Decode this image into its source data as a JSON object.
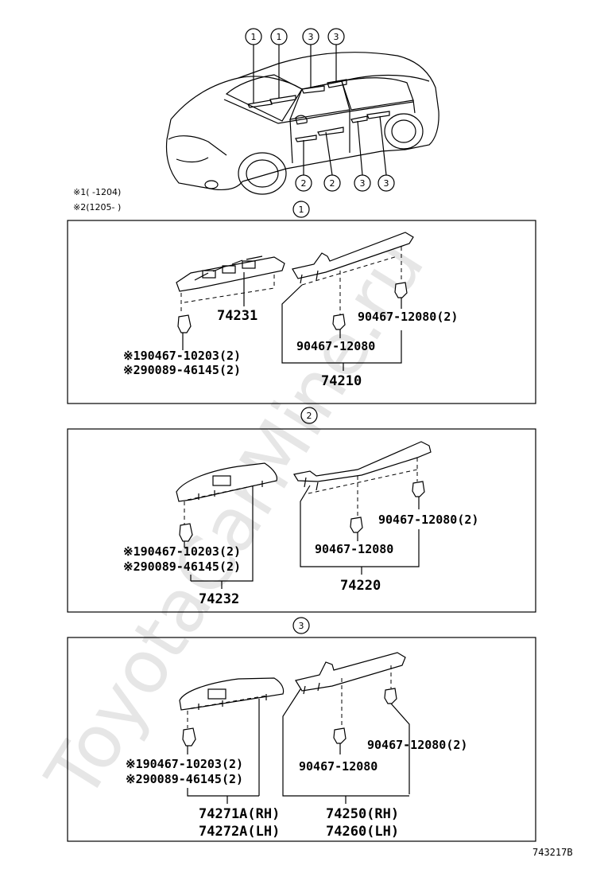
{
  "watermark": "ToyotaCarMine.ru",
  "diagram_ref": "743217B",
  "car_callouts": {
    "top": [
      "1",
      "1",
      "3",
      "3"
    ],
    "bottom": [
      "2",
      "2",
      "3",
      "3"
    ]
  },
  "notes": {
    "n1": "※1(     -1204)",
    "n2": "※2(1205-      )"
  },
  "section1": {
    "callout": "1",
    "switch_base": "74231",
    "clip_right": "90467-12080(2)",
    "clip_mid": "90467-12080",
    "fastener_1": "※190467-10203(2)",
    "fastener_2": "※290089-46145(2)",
    "panel": "74210"
  },
  "section2": {
    "callout": "2",
    "switch_base": "74232",
    "clip_right": "90467-12080(2)",
    "clip_mid": "90467-12080",
    "fastener_1": "※190467-10203(2)",
    "fastener_2": "※290089-46145(2)",
    "panel": "74220"
  },
  "section3": {
    "callout": "3",
    "switch_base_rh": "74271A(RH)",
    "switch_base_lh": "74272A(LH)",
    "clip_right": "90467-12080(2)",
    "clip_mid": "90467-12080",
    "fastener_1": "※190467-10203(2)",
    "fastener_2": "※290089-46145(2)",
    "panel_rh": "74250(RH)",
    "panel_lh": "74260(LH)"
  }
}
